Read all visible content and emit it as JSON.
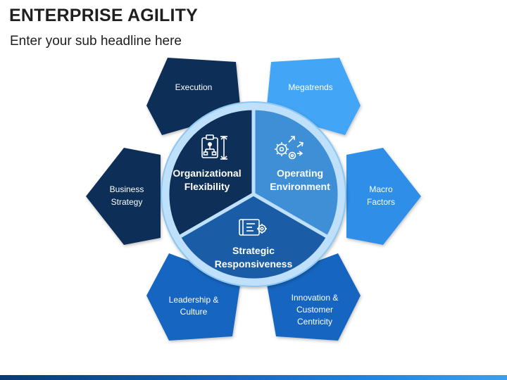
{
  "header": {
    "title": "ENTERPRISE AGILITY",
    "subtitle": "Enter your sub headline here"
  },
  "center_segments": [
    {
      "line1": "Organizational",
      "line2": "Flexibility",
      "color": "#0e2f57",
      "icon": "org-chart-icon"
    },
    {
      "line1": "Operating",
      "line2": "Environment",
      "color": "#3e8fd6",
      "icon": "gears-arrows-icon"
    },
    {
      "line1": "Strategic",
      "line2": "Responsiveness",
      "color": "#1a5da6",
      "icon": "blueprint-gear-icon"
    }
  ],
  "pentagons": [
    {
      "line1": "Execution",
      "line2": "",
      "line3": "",
      "color": "#0e2f57"
    },
    {
      "line1": "Megatrends",
      "line2": "",
      "line3": "",
      "color": "#42a5f5"
    },
    {
      "line1": "Macro",
      "line2": "Factors",
      "line3": "",
      "color": "#2f8ee8"
    },
    {
      "line1": "Innovation &",
      "line2": "Customer",
      "line3": "Centricity",
      "color": "#1565c0"
    },
    {
      "line1": "Leadership &",
      "line2": "Culture",
      "line3": "",
      "color": "#1565c0"
    },
    {
      "line1": "Business",
      "line2": "Strategy",
      "line3": "",
      "color": "#0e2f57"
    }
  ],
  "colors": {
    "ring": "#bfe0fb",
    "ring_border": "#7fbef0",
    "text_light": "#ffffff",
    "title": "#1f1f1f"
  }
}
